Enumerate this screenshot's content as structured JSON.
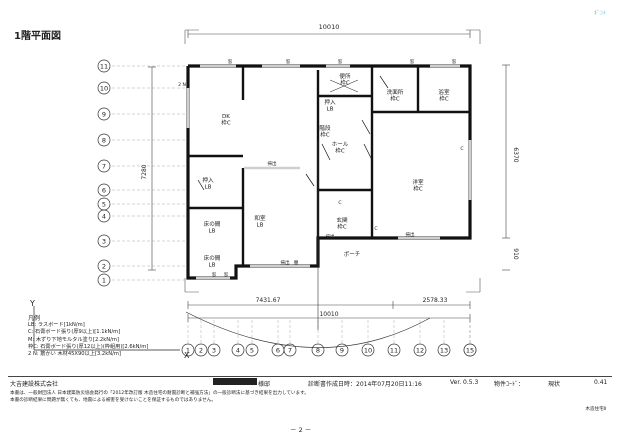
{
  "title": "1階平面図",
  "corner_mark": "ｷﾞﾝﾄ",
  "dims": {
    "top": "10010",
    "bottom": "10010",
    "left": "7280",
    "right": "6370",
    "right_small": "910",
    "bottom_left": "7431.67",
    "bottom_right": "2578.33"
  },
  "grid_rows": [
    "11",
    "10",
    "9",
    "8",
    "7",
    "6",
    "5",
    "4",
    "3",
    "2",
    "1"
  ],
  "grid_cols": [
    "1",
    "2",
    "3",
    "4",
    "5",
    "6",
    "7",
    "8",
    "9",
    "10",
    "11",
    "12",
    "13",
    "14",
    "15"
  ],
  "rooms": [
    {
      "name": "便所",
      "sub": "枠C"
    },
    {
      "name": "洗面所",
      "sub": "枠C"
    },
    {
      "name": "浴室",
      "sub": "枠C"
    },
    {
      "name": "DK",
      "sub": "枠C"
    },
    {
      "name": "押入",
      "sub": "LB"
    },
    {
      "name": "ホール",
      "sub": "枠C"
    },
    {
      "name": "階段",
      "sub": "枠C"
    },
    {
      "name": "洋室",
      "sub": "枠C"
    },
    {
      "name": "押入",
      "sub": "LB"
    },
    {
      "name": "和室",
      "sub": "LB"
    },
    {
      "name": "床の間",
      "sub": "LB"
    },
    {
      "name": "玄関",
      "sub": "枠C"
    },
    {
      "name": "床の間",
      "sub": "LB"
    },
    {
      "name": "ポーチ",
      "sub": ""
    }
  ],
  "wall_labels": [
    "掃出",
    "掃出",
    "掃出",
    "掃出",
    "腰",
    "窓",
    "窓",
    "窓",
    "窓",
    "窓",
    "窓",
    "窓",
    "C",
    "C",
    "C",
    "2 N"
  ],
  "axis_y": "Y",
  "axis_x": "X",
  "legend": {
    "title": "凡例",
    "items": [
      "LB: ラスボード[1kN/m]",
      "C: 石膏ボード張り(厚9以上)[1.1kN/m]",
      "M: 木ずり下地モルタル塗り[2.2kN/m]",
      "枠C: 石膏ボード張り(厚12以上)(枠組用)[2.6kN/m]",
      "2 N: 筋かい 木材45X90以上[3.2kN/m]"
    ]
  },
  "footer": {
    "company": "大吉建設株式会社",
    "suffix": "様邸",
    "date": "診断書作成日時：2014年07月20日11:16",
    "version": "Ver. 0.5.3",
    "code_label": "物件ｺｰﾄﾞ：",
    "status_label": "現状",
    "value": "0.41"
  },
  "notes": [
    "本書は、一般財団法人 日本建築防災協会発行の「2012年改訂版 木造住宅の耐震診断と補強方法」の一般診断法に基づき結果を出力しています。",
    "本書の診断結果に問題が無くても、地震による被害を受けないことを保証するものではありません。"
  ],
  "bottom_mark": "木造住宅Ⅱ",
  "page": "－ 2 －"
}
